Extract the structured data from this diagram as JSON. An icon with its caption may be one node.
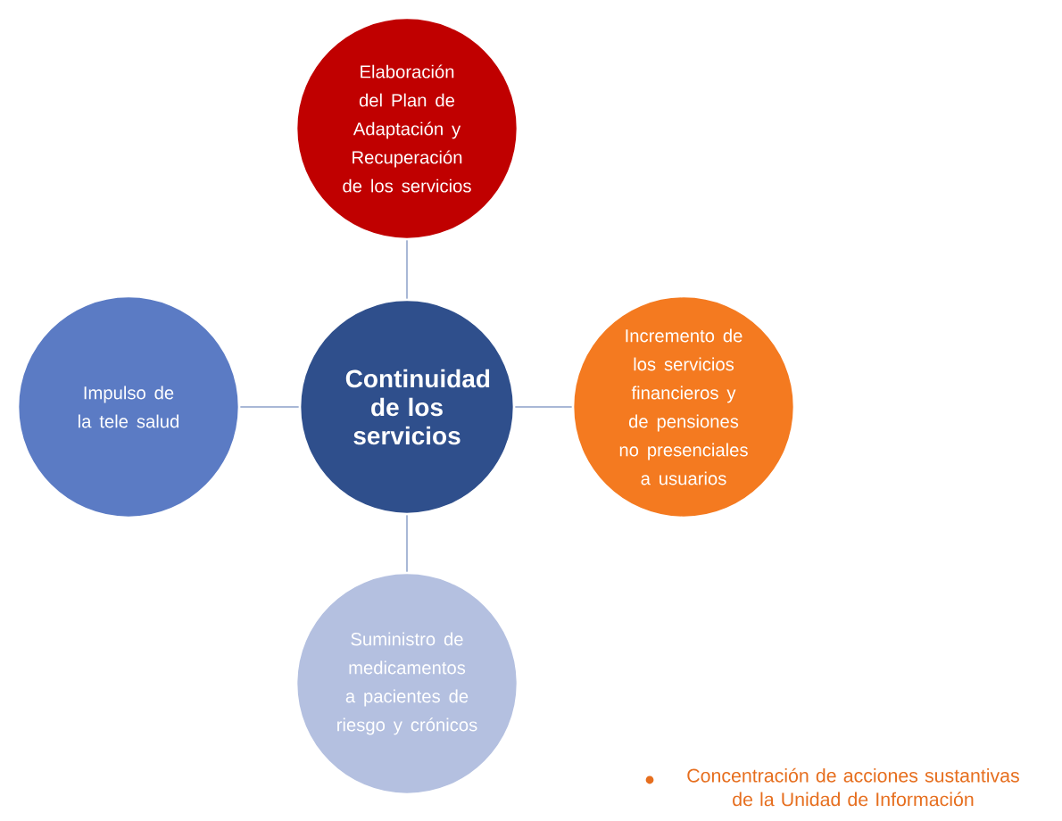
{
  "diagram": {
    "caption": "Concentración de acciones sustantivas de la Unidad de Información",
    "nodes": [
      {
        "text": [
          "Continuidad de los servicios"
        ]
      },
      {
        "text": [
          "Elaboración del Plan de Adaptación y Recuperación de los servicios"
        ]
      },
      {
        "text": [
          "Impulso de la tele salud"
        ]
      },
      {
        "text": [
          "Incremento de los servicios financieros y de pensiones no presenciales a usuarios"
        ]
      },
      {
        "text": [
          "Suministro de medicamentos a pacientes de riesgo y crónicos"
        ]
      }
    ],
    "edges": [
      {
        "from": 0,
        "to": 1,
        "arrow": "none"
      },
      {
        "from": 0,
        "to": 2,
        "arrow": "none"
      },
      {
        "from": 0,
        "to": 3,
        "arrow": "none"
      },
      {
        "from": 0,
        "to": 4,
        "arrow": "none"
      }
    ]
  }
}
